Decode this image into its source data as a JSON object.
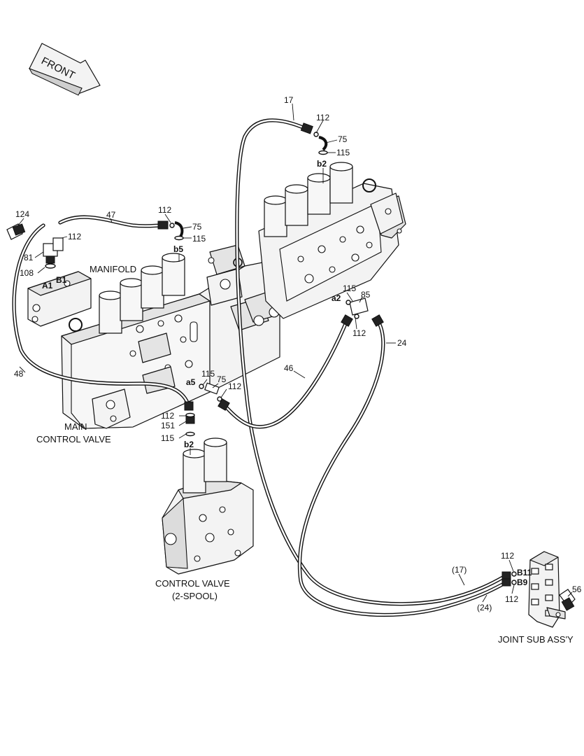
{
  "front_arrow": {
    "text": "FRONT"
  },
  "captions": {
    "manifold": "MANIFOLD",
    "main_cv_1": "MAIN",
    "main_cv_2": "CONTROL VALVE",
    "cv2_1": "CONTROL VALVE",
    "cv2_2": "(2-SPOOL)",
    "joint": "JOINT SUB ASS'Y"
  },
  "callouts": {
    "c17_top": "17",
    "c112_top": "112",
    "c75_top": "75",
    "c115_top": "115",
    "b2_top": "b2",
    "c124": "124",
    "c47": "47",
    "c112_mid": "112",
    "c75_mid": "75",
    "c115_mid": "115",
    "b5": "b5",
    "c112_left": "112",
    "c81": "81",
    "c108": "108",
    "A1": "A1",
    "B1": "B1",
    "c115_a2": "115",
    "c85": "85",
    "a2": "a2",
    "c112_a2": "112",
    "c24": "24",
    "c46": "46",
    "c48": "48",
    "c115_a5": "115",
    "c75_a5": "75",
    "a5": "a5",
    "c112_a5": "112",
    "c112_low": "112",
    "c151": "151",
    "c115_low": "115",
    "b2_low": "b2",
    "c112_b11": "112",
    "B11": "B11",
    "c17_paren": "(17)",
    "B9": "B9",
    "c112_b9": "112",
    "c24_paren": "(24)",
    "c56": "56"
  }
}
